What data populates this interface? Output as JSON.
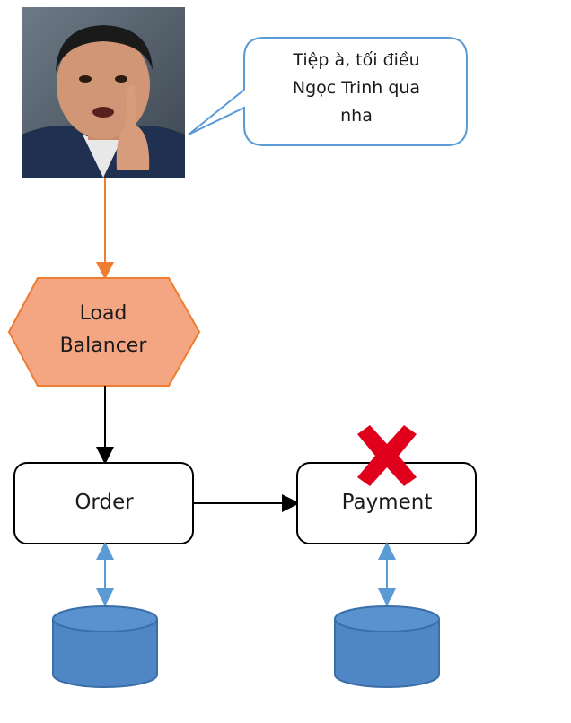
{
  "speech_bubble": {
    "lines": [
      "Tiệp à, tối điều",
      "Ngọc Trinh qua",
      "nha"
    ]
  },
  "nodes": {
    "load_balancer": {
      "lines": [
        "Load",
        "Balancer"
      ]
    },
    "order": {
      "label": "Order"
    },
    "payment": {
      "label": "Payment"
    }
  },
  "colors": {
    "load_balancer_fill": "#f4a582",
    "load_balancer_stroke": "#ed7d31",
    "orange_arrow": "#ed7d31",
    "bubble_stroke": "#5b9bd5",
    "db_fill": "#4f86c6",
    "db_stroke": "#3b6fa8",
    "db_arrow": "#5b9bd5",
    "failure_mark": "#e0001b"
  },
  "icons": {
    "person_photo": "man-pointing-portrait",
    "failure_mark": "red-x-cross-icon",
    "database": "database-cylinder-icon"
  }
}
